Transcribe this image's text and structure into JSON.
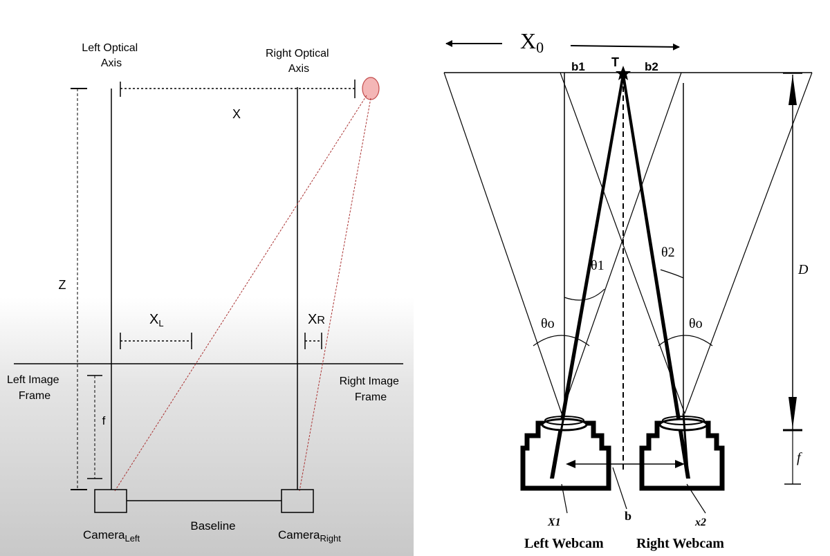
{
  "left_diagram": {
    "left_axis_label": [
      "Left Optical",
      "Axis"
    ],
    "right_axis_label": [
      "Right Optical",
      "Axis"
    ],
    "x_label": "X",
    "z_label": "Z",
    "xl_label": "X",
    "xl_sub": "L",
    "xr_label": "X",
    "xr_sub": "R",
    "f_label": "f",
    "left_frame_label": [
      "Left Image",
      "Frame"
    ],
    "right_frame_label": [
      "Right Image",
      "Frame"
    ],
    "baseline_label": "Baseline",
    "camera_left": "Camera",
    "camera_left_sub": "Left",
    "camera_right": "Camera",
    "camera_right_sub": "Right",
    "object_color": "#f4b6b6"
  },
  "right_diagram": {
    "x0_label": "X",
    "x0_sub": "0",
    "b1_label": "b1",
    "b2_label": "b2",
    "t_label": "T",
    "theta1_label": "θ1",
    "theta2_label": "θ2",
    "theta0_left_label": "θo",
    "theta0_right_label": "θo",
    "d_label": "D",
    "f_label": "f",
    "x1_label": "X1",
    "x2_label": "x2",
    "b_label": "b",
    "left_webcam_label": "Left Webcam",
    "right_webcam_label": "Right Webcam"
  }
}
